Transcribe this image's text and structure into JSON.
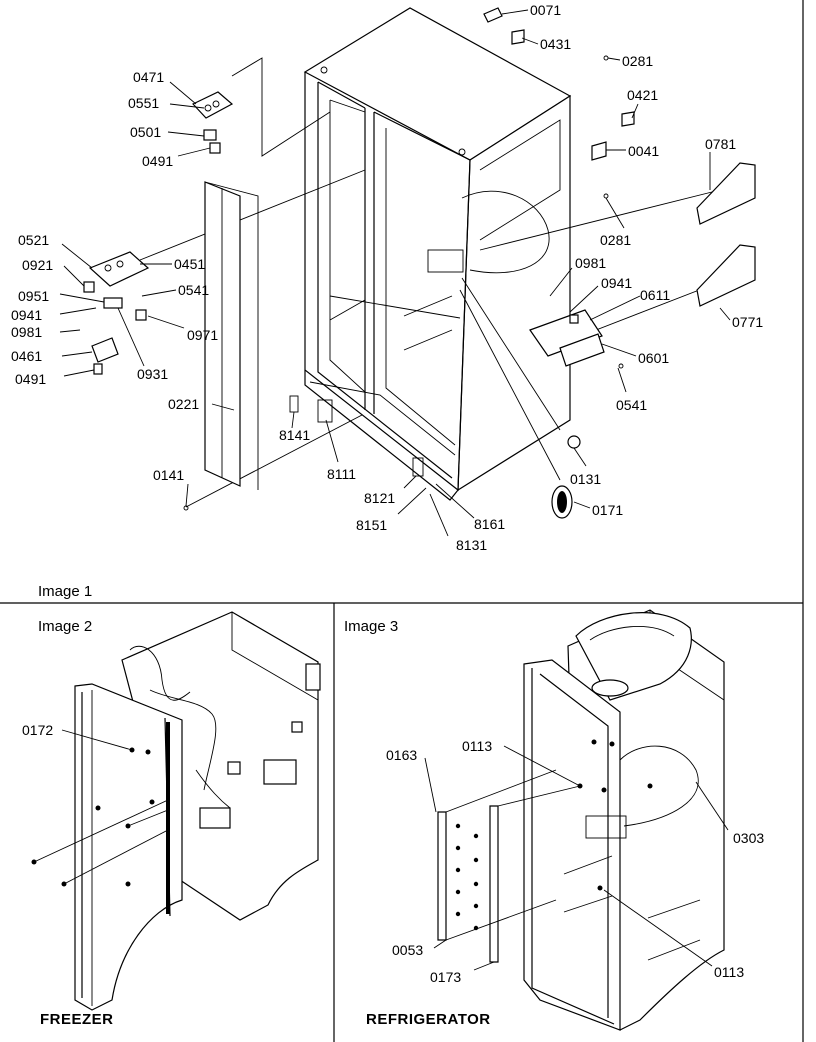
{
  "captions": {
    "image1": "Image 1",
    "image2": "Image 2",
    "image3": "Image 3"
  },
  "titles": {
    "freezer": "FREEZER",
    "refrigerator": "REFRIGERATOR"
  },
  "callouts": {
    "p0071": "0071",
    "p0431": "0431",
    "p0281a": "0281",
    "p0421": "0421",
    "p0041": "0041",
    "p0781": "0781",
    "p0281b": "0281",
    "p0471": "0471",
    "p0551": "0551",
    "p0501": "0501",
    "p0491a": "0491",
    "p0521": "0521",
    "p0451": "0451",
    "p0921": "0921",
    "p0541a": "0541",
    "p0951": "0951",
    "p0941a": "0941",
    "p0981a": "0981",
    "p0971": "0971",
    "p0931": "0931",
    "p0461": "0461",
    "p0491b": "0491",
    "p0221": "0221",
    "p0141": "0141",
    "p8141": "8141",
    "p8111": "8111",
    "p8121": "8121",
    "p8151": "8151",
    "p8131": "8131",
    "p8161": "8161",
    "p0171": "0171",
    "p0131": "0131",
    "p0981b": "0981",
    "p0941b": "0941",
    "p0611": "0611",
    "p0601": "0601",
    "p0541b": "0541",
    "p0771": "0771",
    "p0172": "0172",
    "p0163": "0163",
    "p0113a": "0113",
    "p0303": "0303",
    "p0053": "0053",
    "p0173": "0173",
    "p0113b": "0113"
  }
}
